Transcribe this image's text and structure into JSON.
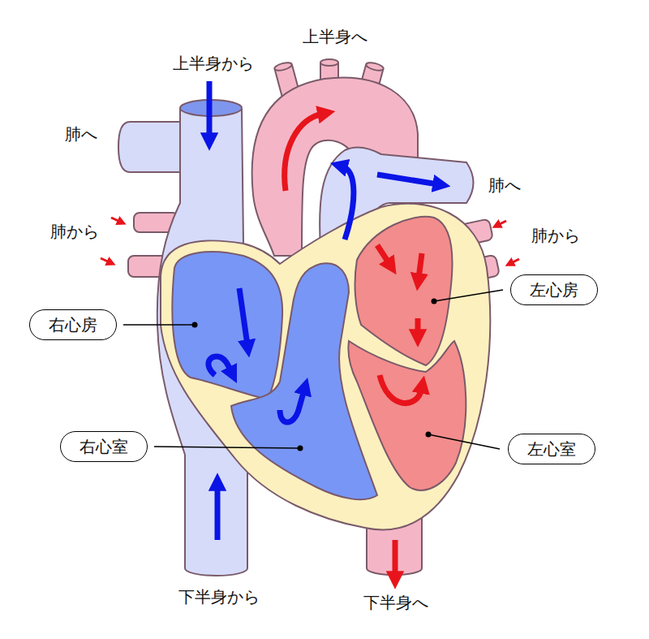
{
  "diagram": {
    "nodes": [
      {
        "text": [
          "右心房"
        ]
      },
      {
        "text": [
          "左心房"
        ]
      },
      {
        "text": [
          "右心室"
        ]
      },
      {
        "text": [
          "左心室"
        ]
      }
    ],
    "labels": [
      "上半身へ",
      "上半身から",
      "肺へ",
      "肺へ",
      "肺から",
      "肺から",
      "下半身から",
      "下半身へ"
    ]
  }
}
